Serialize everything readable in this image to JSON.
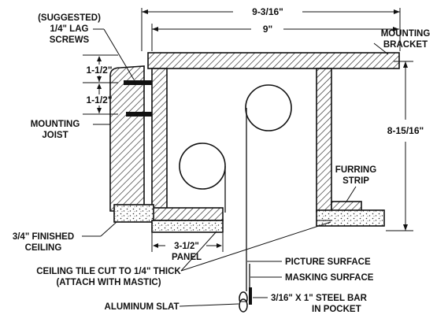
{
  "diagram": {
    "labels": {
      "lag_screws_line1": "(SUGGESTED)",
      "lag_screws_line2": "1/4\" LAG",
      "lag_screws_line3": "SCREWS",
      "spacing_top": "1-1/2\"",
      "spacing_bottom": "1-1/2\"",
      "joist_line1": "MOUNTING",
      "joist_line2": "JOIST",
      "ceiling_line1": "3/4\" FINISHED",
      "ceiling_line2": "CEILING",
      "panel_line1": "3-1/2\"",
      "panel_line2": "PANEL",
      "tile_line1": "CEILING TILE CUT TO 1/4\" THICK",
      "tile_line2": "(ATTACH WITH MASTIC)",
      "slat": "ALUMINUM SLAT",
      "bracket_line1": "MOUNTING",
      "bracket_line2": "BRACKET",
      "furring_line1": "FURRING",
      "furring_line2": "STRIP",
      "picture_surface": "PICTURE SURFACE",
      "masking_surface": "MASKING SURFACE",
      "bar_line1": "3/16\" X 1\" STEEL BAR",
      "bar_line2": "IN POCKET"
    },
    "dimensions": {
      "outer_width": "9-3/16\"",
      "inner_width": "9\"",
      "height": "8-15/16\""
    }
  }
}
